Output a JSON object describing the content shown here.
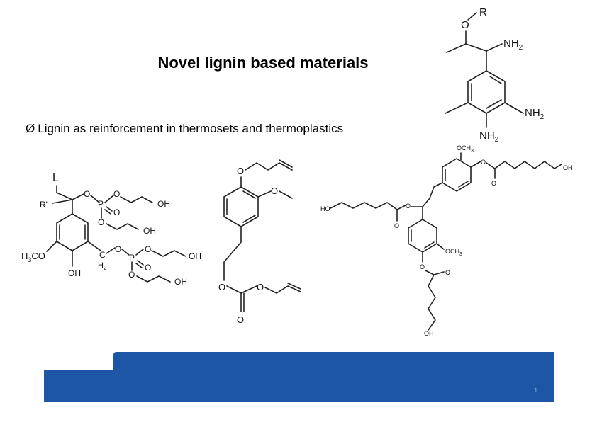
{
  "slide": {
    "title": "Novel lignin based materials",
    "bullet": "Lignin as reinforcement in thermosets and thermoplastics",
    "bullet_marker": "Ø",
    "page_number": "1",
    "accent_color": "#1e56a6"
  },
  "structures": {
    "top_right": {
      "r": "R",
      "o": "O",
      "nh2_a": "NH",
      "nh2_b": "NH",
      "nh2_c": "NH",
      "sub": "2"
    },
    "left": {
      "l": "L",
      "r_prime": "R'",
      "o1": "O",
      "p1": "P",
      "o2": "O",
      "oh1": "OH",
      "o3": "O",
      "oh2": "OH",
      "h3co": "H",
      "h3co_tail": "CO",
      "three": "3",
      "oh3": "OH",
      "c": "C",
      "h2": "H",
      "two": "2",
      "o4": "O",
      "p2": "P",
      "o5": "O",
      "oh4": "OH",
      "o6": "O",
      "oh5": "OH",
      "o7": "O",
      "o8": "O"
    },
    "middle": {
      "o1": "O",
      "o2": "O",
      "o3": "O",
      "o4": "O",
      "o5": "O"
    },
    "right": {
      "och3_top": "OCH",
      "three": "3",
      "oh_top": "OH",
      "o_a": "O",
      "o_b": "O",
      "ho": "HO",
      "o_c": "O",
      "o_d": "O",
      "och3_mid": "OCH",
      "o_e": "O",
      "o_f": "O",
      "oh_bottom": "OH"
    }
  }
}
